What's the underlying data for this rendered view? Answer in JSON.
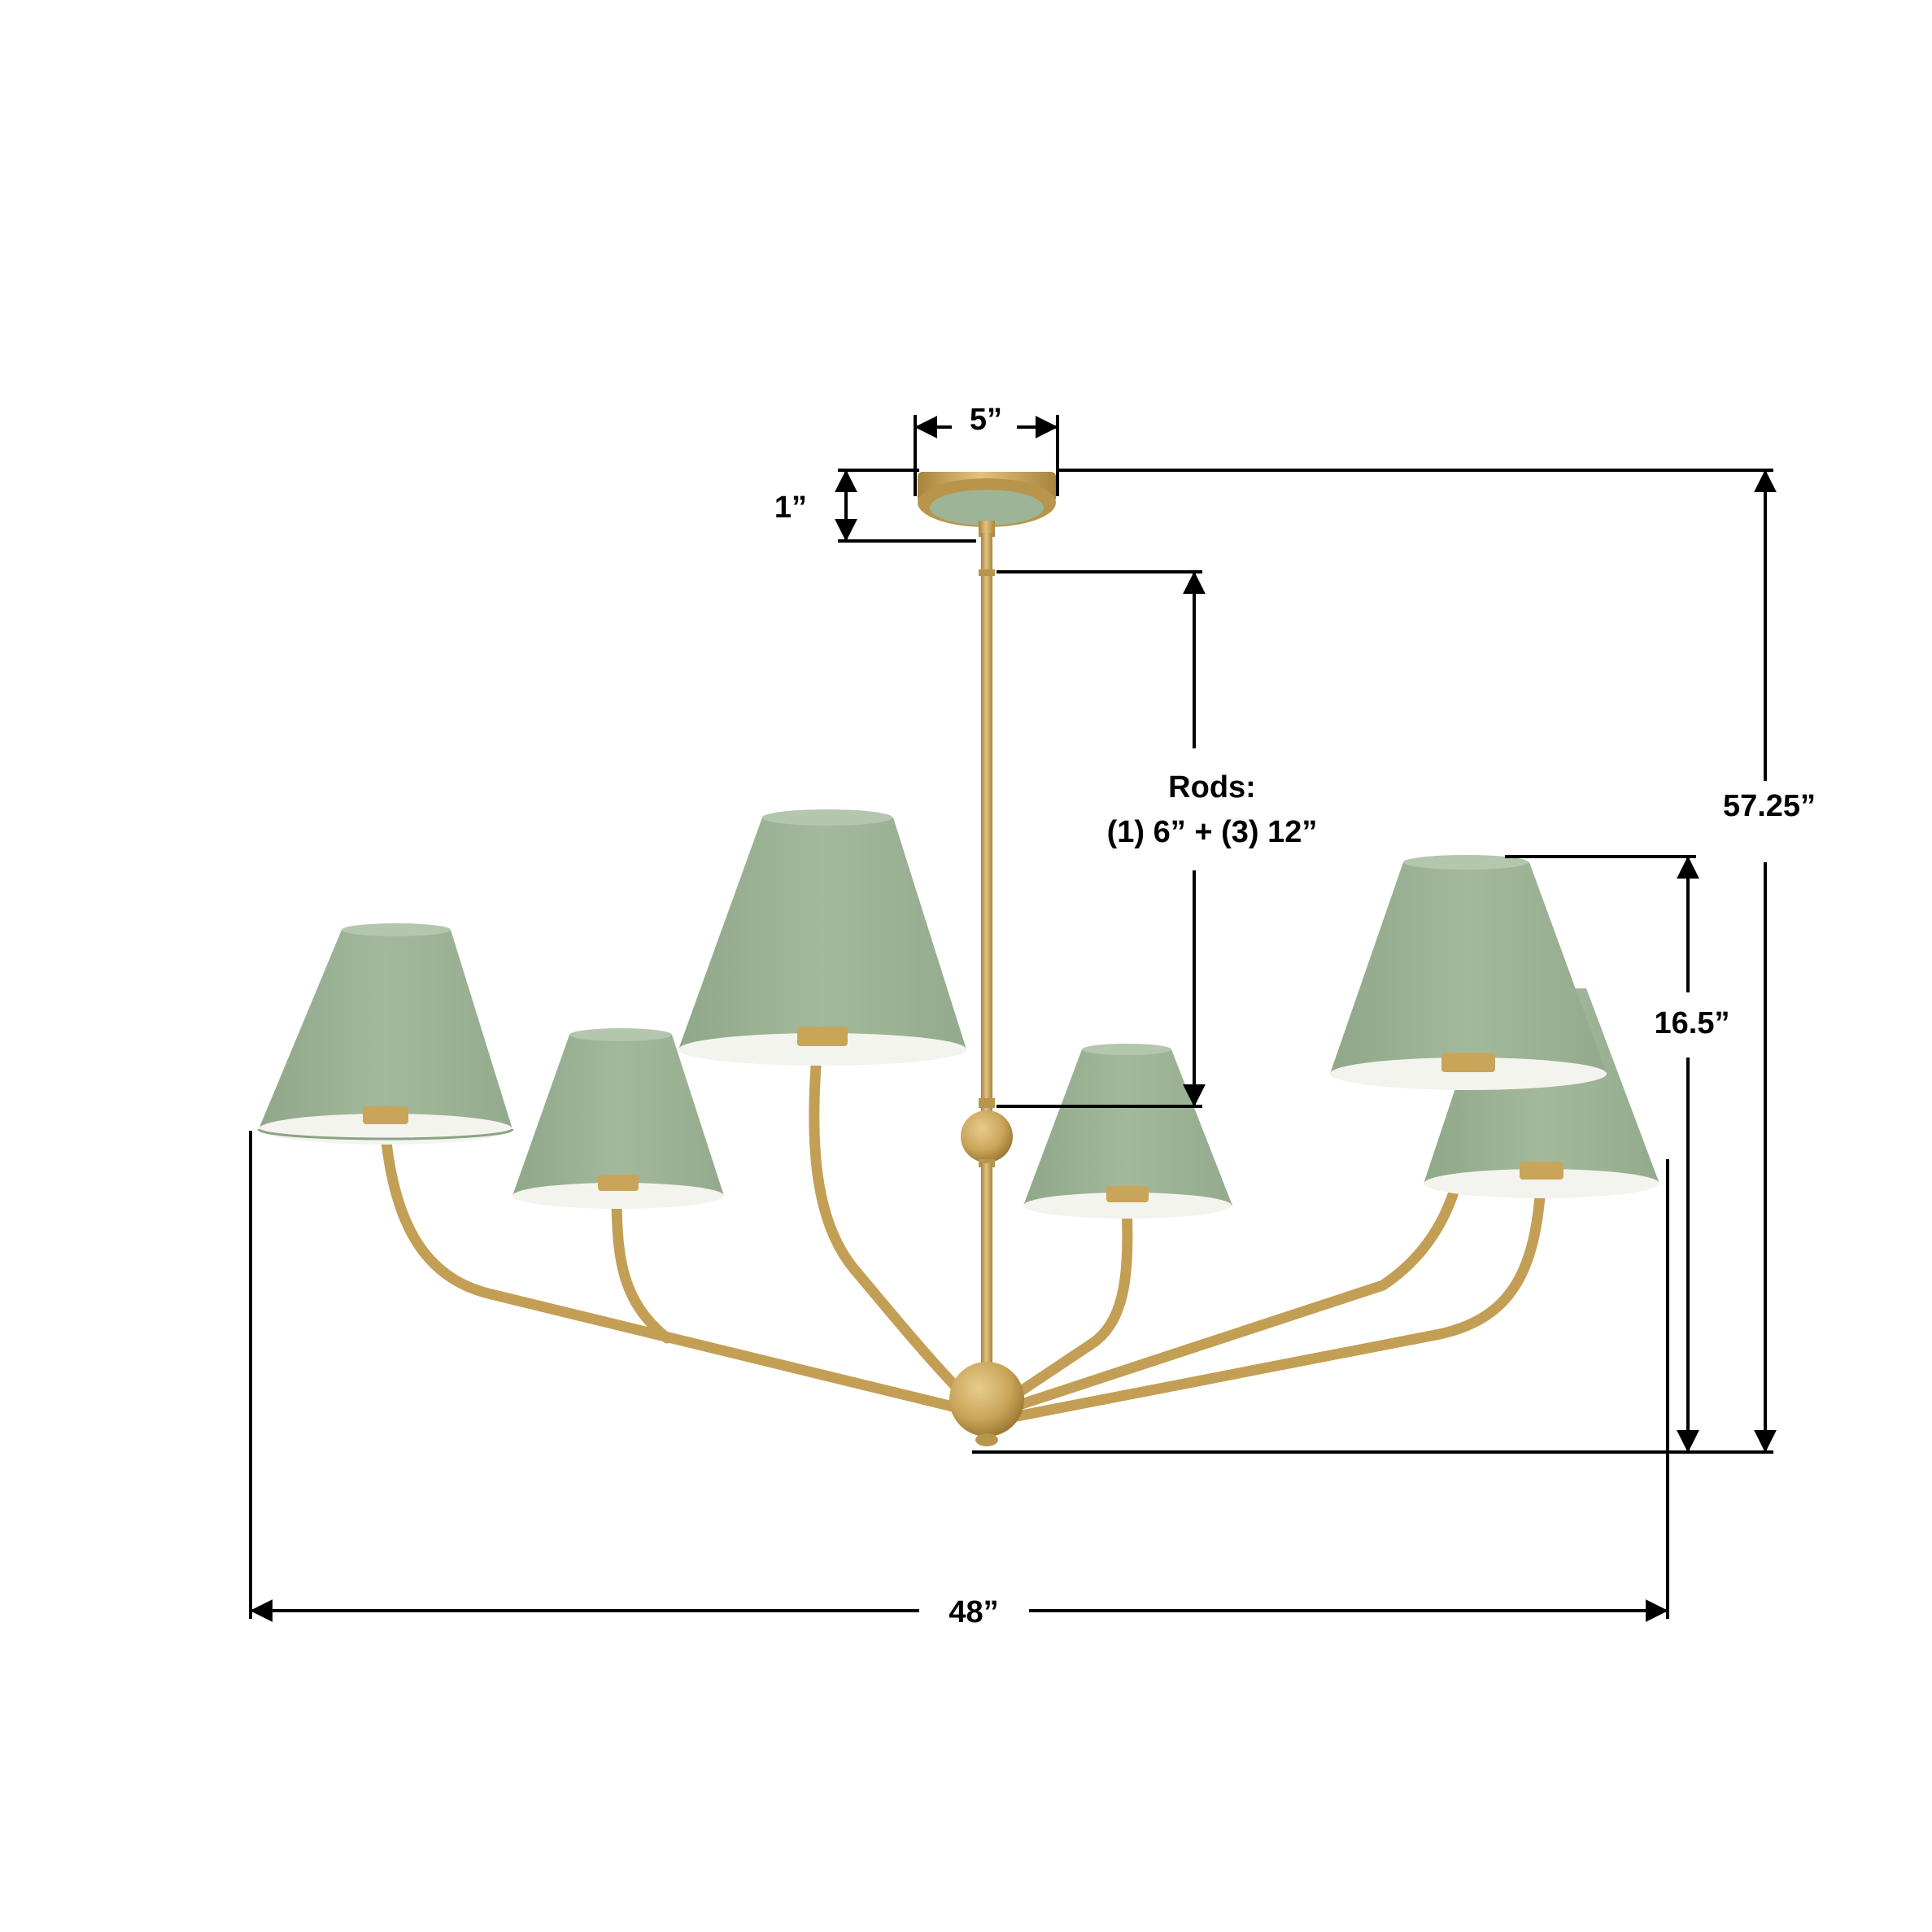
{
  "dimensions": {
    "canopy_width": "5”",
    "canopy_height": "1”",
    "overall_height": "57.25”",
    "body_height": "16.5”",
    "overall_width": "48”",
    "rods_title": "Rods:",
    "rods_detail": "(1) 6” + (3) 12”"
  },
  "colors": {
    "shade": "#9db496",
    "shade_shadow": "#8aa384",
    "shade_inner": "#f4f4ee",
    "brass": "#c9a55a",
    "brass_dark": "#a7843e",
    "brass_light": "#e2c27d",
    "dimension_line": "#000000"
  }
}
